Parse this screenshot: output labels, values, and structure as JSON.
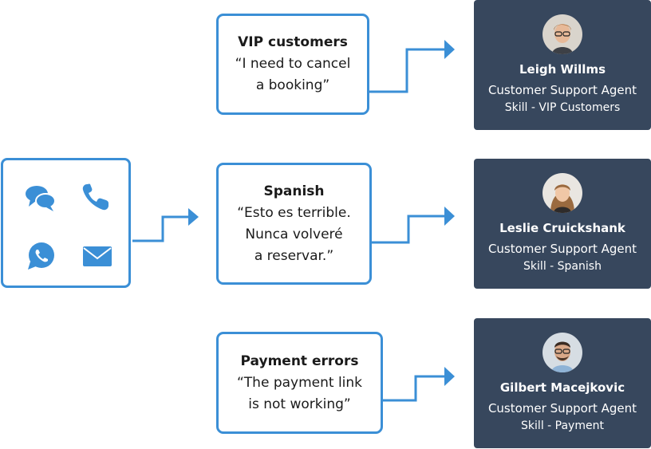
{
  "channels": {
    "icons": [
      "chat-bubbles-icon",
      "phone-icon",
      "whatsapp-icon",
      "email-icon"
    ],
    "accent": "#3b8fd6"
  },
  "routes": [
    {
      "query": {
        "title": "VIP customers",
        "lines": [
          "“I need to cancel",
          "a booking”"
        ]
      },
      "agent": {
        "name": "Leigh Willms",
        "role": "Customer Support Agent",
        "skill": "Skill - VIP Customers"
      }
    },
    {
      "query": {
        "title": "Spanish",
        "lines": [
          "“Esto es terrible.",
          "Nunca volveré",
          "a reservar.”"
        ]
      },
      "agent": {
        "name": "Leslie Cruickshank",
        "role": "Customer Support Agent",
        "skill": "Skill - Spanish"
      }
    },
    {
      "query": {
        "title": "Payment errors",
        "lines": [
          "“The payment link",
          "is not working”"
        ]
      },
      "agent": {
        "name": "Gilbert Macejkovic",
        "role": "Customer Support Agent",
        "skill": "Skill - Payment"
      }
    }
  ],
  "colors": {
    "accent": "#3b8fd6",
    "agent_card": "#37475d",
    "text": "#1a1a1a"
  }
}
